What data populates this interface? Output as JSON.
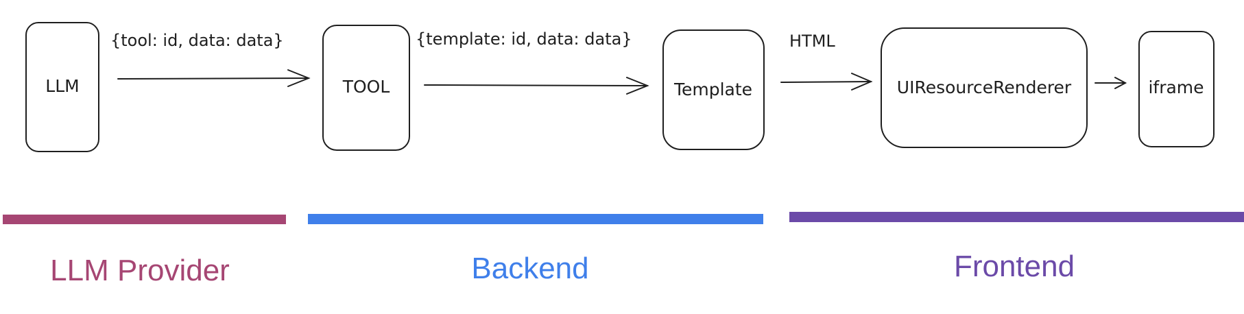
{
  "nodes": {
    "llm": "LLM",
    "tool": "TOOL",
    "template": "Template",
    "renderer": "UIResourceRenderer",
    "iframe": "iframe"
  },
  "edges": {
    "llm_to_tool": "{tool: id, data: data}",
    "tool_to_template": "{template: id, data: data}",
    "template_to_renderer": "HTML",
    "renderer_to_iframe": ""
  },
  "sections": {
    "provider": {
      "label": "LLM Provider",
      "color": "#a64673"
    },
    "backend": {
      "label": "Backend",
      "color": "#3f7fea"
    },
    "frontend": {
      "label": "Frontend",
      "color": "#6b4aa8"
    }
  }
}
